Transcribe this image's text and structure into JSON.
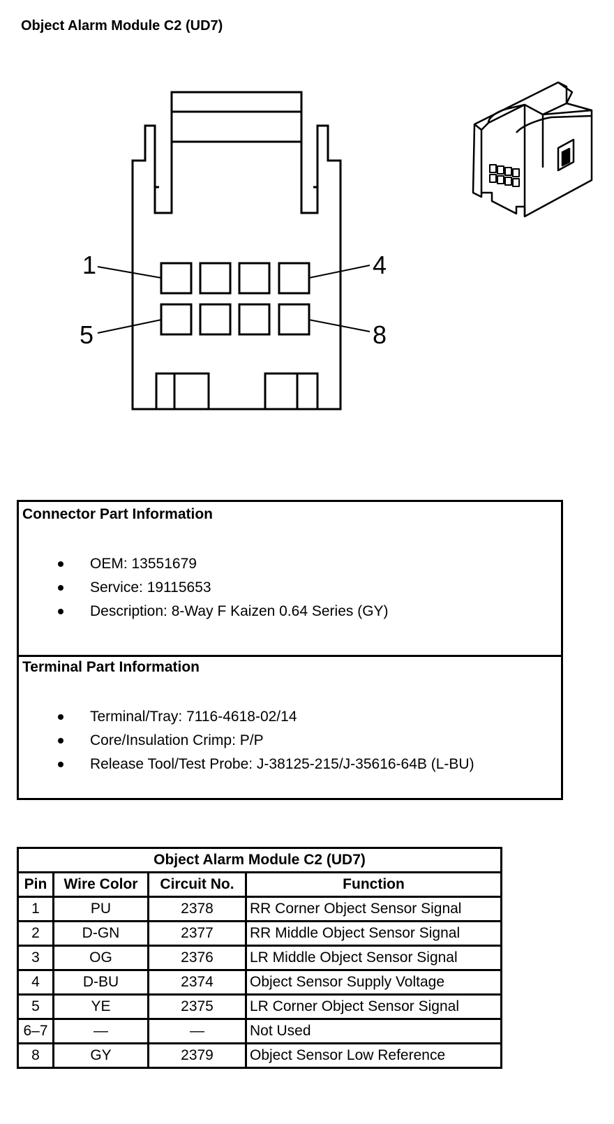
{
  "title": "Object Alarm Module C2 (UD7)",
  "diagram": {
    "callouts": {
      "pin_1": "1",
      "pin_4": "4",
      "pin_5": "5",
      "pin_8": "8"
    }
  },
  "connector_info": {
    "heading": "Connector Part Information",
    "items": [
      "OEM: 13551679",
      "Service: 19115653",
      "Description: 8-Way F Kaizen 0.64 Series (GY)"
    ]
  },
  "terminal_info": {
    "heading": "Terminal Part Information",
    "items": [
      "Terminal/Tray: 7116-4618-02/14",
      "Core/Insulation Crimp: P/P",
      "Release Tool/Test Probe: J-38125-215/J-35616-64B (L-BU)"
    ]
  },
  "pin_table": {
    "caption": "Object Alarm Module C2 (UD7)",
    "headers": [
      "Pin",
      "Wire Color",
      "Circuit No.",
      "Function"
    ],
    "rows": [
      [
        "1",
        "PU",
        "2378",
        "RR Corner Object Sensor Signal"
      ],
      [
        "2",
        "D-GN",
        "2377",
        "RR Middle Object Sensor Signal"
      ],
      [
        "3",
        "OG",
        "2376",
        "LR Middle Object Sensor Signal"
      ],
      [
        "4",
        "D-BU",
        "2374",
        "Object Sensor Supply Voltage"
      ],
      [
        "5",
        "YE",
        "2375",
        "LR Corner Object Sensor Signal"
      ],
      [
        "6–7",
        "—",
        "—",
        "Not Used"
      ],
      [
        "8",
        "GY",
        "2379",
        "Object Sensor Low Reference"
      ]
    ]
  }
}
